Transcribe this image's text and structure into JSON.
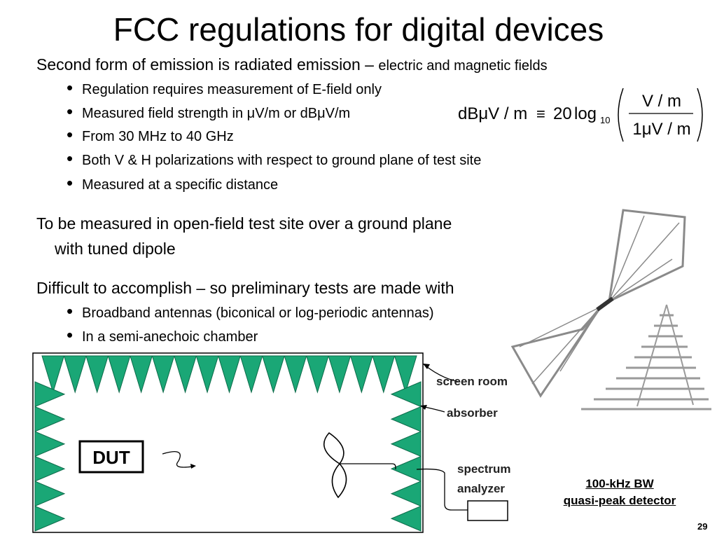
{
  "slide": {
    "title": "FCC regulations for digital devices",
    "intro": "Second form of emission is radiated emission",
    "intro_dash": " – ",
    "intro_tail": "electric and magnetic fields",
    "bullets1": [
      "Regulation requires measurement of E-field only",
      "Measured field strength in μV/m or dBμV/m",
      "From 30 MHz to 40 GHz",
      "Both V & H polarizations with respect to ground plane of test site",
      "Measured at a specific distance"
    ],
    "para2_line1": "To be measured in open-field test site over a ground plane",
    "para2_line2": "with tuned dipole",
    "para3": "Difficult to accomplish – so preliminary tests are made with",
    "bullets2": [
      "Broadband antennas (biconical or log-periodic antennas)",
      "In a semi-anechoic chamber"
    ],
    "page_number": "29"
  },
  "formula": {
    "lhs": "dBμV / m",
    "equiv": "≡",
    "coef": "20",
    "log": "log",
    "log_base": "10",
    "numerator": "V / m",
    "denominator": "1μV / m"
  },
  "diagram": {
    "dut_label": "DUT",
    "screen_room_label": "screen room",
    "absorber_label": "absorber",
    "spectrum_label_1": "spectrum",
    "spectrum_label_2": "analyzer",
    "detector_line_1": "100-kHz BW",
    "detector_line_2": "quasi-peak detector",
    "absorber_color": "#1aa776"
  }
}
